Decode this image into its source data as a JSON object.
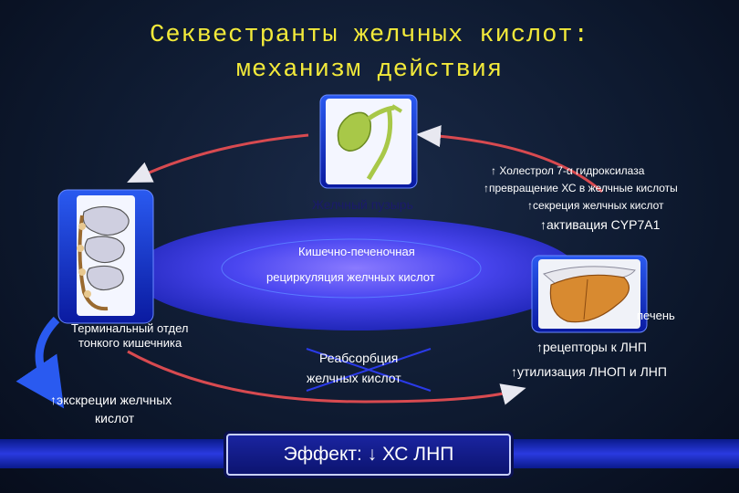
{
  "title": {
    "line1": "Секвестранты желчных кислот:",
    "line2": "механизм действия"
  },
  "organs": {
    "gallbladder": "Желчный пузырь",
    "intestine_line1": "Терминальный отдел",
    "intestine_line2": "тонкого  кишечника",
    "liver": "печень"
  },
  "center": {
    "line1": "Кишечно-печеночная",
    "line2": "рециркуляция желчных кислот"
  },
  "right_effects": {
    "line1": "↑ Холестрол  7-α гидроксилаза",
    "line2": "↑превращение ХС в желчные кислоты",
    "line3": "↑секреция желчных кислот",
    "line4": "↑активация CYP7A1"
  },
  "liver_effects": {
    "line1": "↑рецепторы к ЛНП",
    "line2": "↑утилизация ЛНОП и ЛНП"
  },
  "reabsorption": {
    "line1": "Реабсорбция",
    "line2": "желчных кислот"
  },
  "excretion": {
    "line1": "↑экскреции желчных",
    "line2": "кислот"
  },
  "effect_box": "Эффект:  ↓ ХС ЛНП",
  "colors": {
    "title": "#f3ea3a",
    "ellipse": "#2a34d8",
    "arrow": "#d84a50",
    "panel": "#1c3bd8"
  }
}
